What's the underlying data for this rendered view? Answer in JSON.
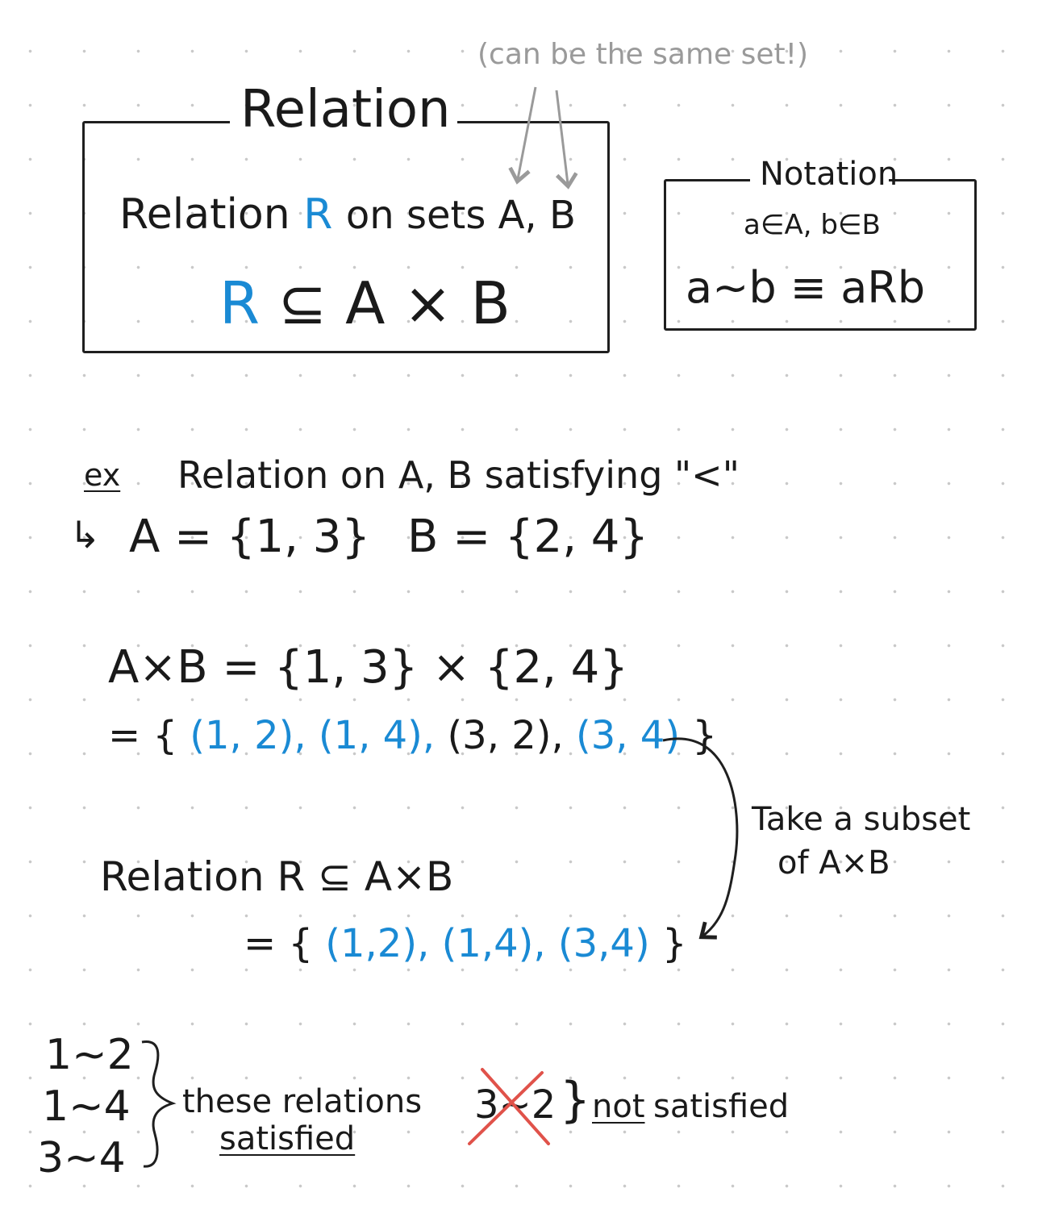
{
  "relation_box": {
    "title": "Relation",
    "line1": {
      "prefix": "Relation",
      "symbol": "R",
      "rest": "on sets A, B"
    },
    "line2": {
      "symbol": "R",
      "rest": "⊆ A × B"
    },
    "note": "(can be the same set!)"
  },
  "notation_box": {
    "title": "Notation",
    "line1": "a∈A,  b∈B",
    "line2": "a∼b ≡ aRb"
  },
  "example": {
    "label": "ex",
    "heading": "Relation on A, B satisfying \"<\"",
    "arrow": "↳",
    "set_a": "A = {1, 3}",
    "set_b": "B = {2, 4}"
  },
  "product": {
    "line1": "A×B = {1, 3} × {2, 4}",
    "prefix": "= {",
    "pairs": [
      "(1, 2),",
      "(1, 4),",
      "(3, 2),",
      "(3, 4)"
    ],
    "suffix": "}",
    "pair_colors": [
      "#1a8ad4",
      "#1a8ad4",
      "#1a1a1a",
      "#1a8ad4"
    ],
    "side_note": [
      "Take a subset",
      "of A×B"
    ]
  },
  "relation_subset": {
    "line1": "Relation R ⊆ A×B",
    "prefix": "= {",
    "pairs": [
      "(1,2),",
      "(1,4),",
      "(3,4)"
    ],
    "suffix": "}"
  },
  "satisfied": {
    "items": [
      "1∼2",
      "1∼4",
      "3∼4"
    ],
    "note_line1": "these relations",
    "note_line2": "satisfied"
  },
  "not_satisfied": {
    "item": "3∼2",
    "label": "not",
    "rest": "satisfied"
  },
  "colors": {
    "accent": "#1a8ad4",
    "strike": "#e0524a",
    "ink": "#1a1a1a",
    "note": "#9a9a9a"
  }
}
